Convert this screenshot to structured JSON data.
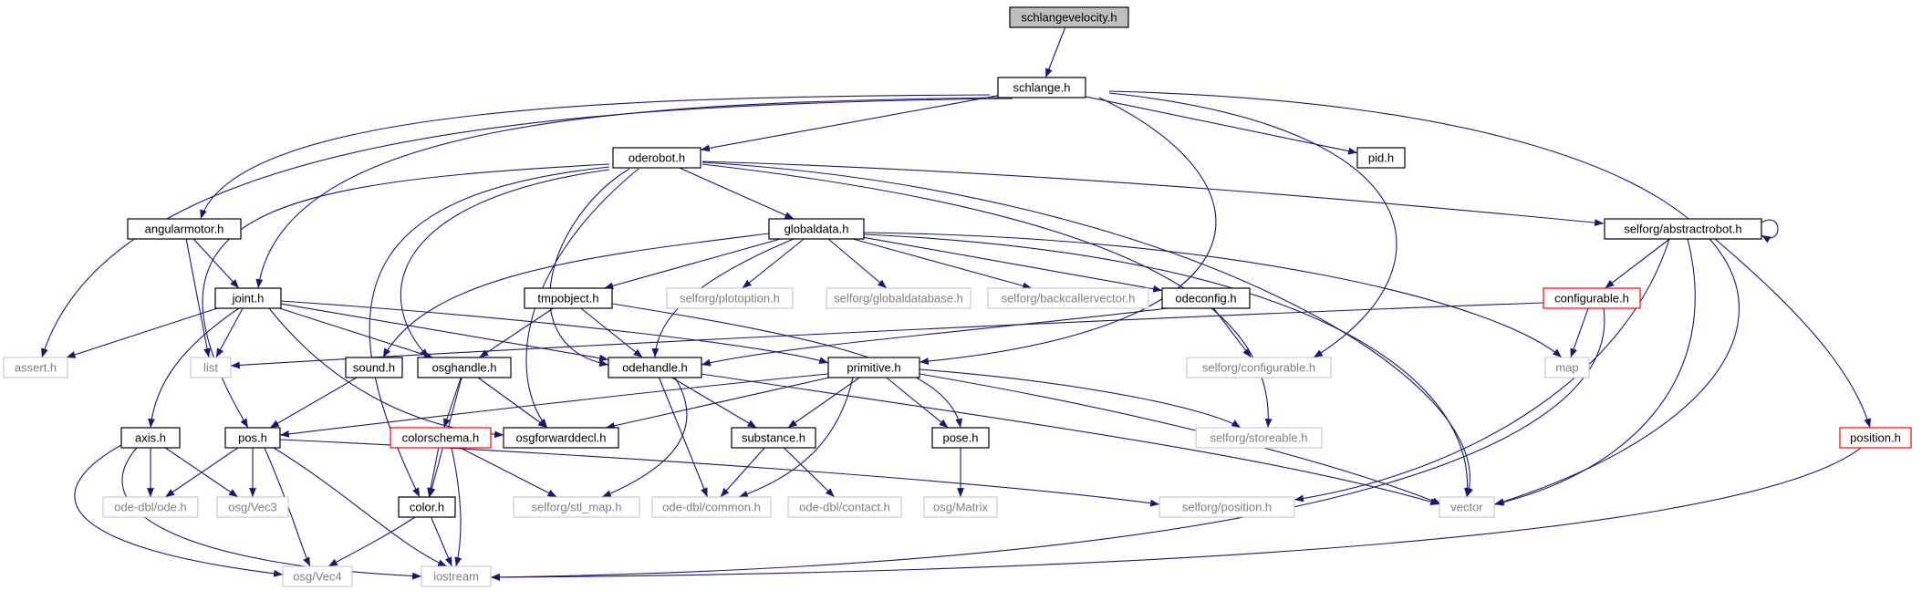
{
  "diagram": {
    "type": "include-dependency-graph",
    "colors": {
      "edge": "#191970",
      "box_border": "#000000",
      "missing_border": "#c0c0c0",
      "error_border": "#ff0000",
      "root_fill": "#bfbfbf",
      "text": "#000000",
      "missing_text": "#808080"
    },
    "nodes": [
      {
        "id": "schlangevelocity",
        "label": "schlangevelocity.h",
        "style": "root"
      },
      {
        "id": "schlange",
        "label": "schlange.h",
        "style": "normal"
      },
      {
        "id": "oderobot",
        "label": "oderobot.h",
        "style": "normal"
      },
      {
        "id": "pid",
        "label": "pid.h",
        "style": "normal"
      },
      {
        "id": "angularmotor",
        "label": "angularmotor.h",
        "style": "normal"
      },
      {
        "id": "globaldata",
        "label": "globaldata.h",
        "style": "normal"
      },
      {
        "id": "abstractrobot",
        "label": "selforg/abstractrobot.h",
        "style": "normal"
      },
      {
        "id": "joint",
        "label": "joint.h",
        "style": "normal"
      },
      {
        "id": "tmpobject",
        "label": "tmpobject.h",
        "style": "normal"
      },
      {
        "id": "plotoption",
        "label": "selforg/plotoption.h",
        "style": "missing"
      },
      {
        "id": "globaldatabase",
        "label": "selforg/globaldatabase.h",
        "style": "missing"
      },
      {
        "id": "backcallervector",
        "label": "selforg/backcallervector.h",
        "style": "missing"
      },
      {
        "id": "odeconfig",
        "label": "odeconfig.h",
        "style": "normal"
      },
      {
        "id": "configurable",
        "label": "configurable.h",
        "style": "error"
      },
      {
        "id": "assert",
        "label": "assert.h",
        "style": "missing"
      },
      {
        "id": "list",
        "label": "list",
        "style": "missing"
      },
      {
        "id": "sound",
        "label": "sound.h",
        "style": "normal"
      },
      {
        "id": "osghandle",
        "label": "osghandle.h",
        "style": "normal"
      },
      {
        "id": "odehandle",
        "label": "odehandle.h",
        "style": "normal"
      },
      {
        "id": "primitive",
        "label": "primitive.h",
        "style": "normal"
      },
      {
        "id": "sconfigurable",
        "label": "selforg/configurable.h",
        "style": "missing"
      },
      {
        "id": "map",
        "label": "map",
        "style": "missing"
      },
      {
        "id": "axis",
        "label": "axis.h",
        "style": "normal"
      },
      {
        "id": "pos",
        "label": "pos.h",
        "style": "normal"
      },
      {
        "id": "colorschema",
        "label": "colorschema.h",
        "style": "error"
      },
      {
        "id": "osgforwarddecl",
        "label": "osgforwarddecl.h",
        "style": "normal"
      },
      {
        "id": "substance",
        "label": "substance.h",
        "style": "normal"
      },
      {
        "id": "pose",
        "label": "pose.h",
        "style": "normal"
      },
      {
        "id": "storeable",
        "label": "selforg/storeable.h",
        "style": "missing"
      },
      {
        "id": "position",
        "label": "position.h",
        "style": "error"
      },
      {
        "id": "odedbl_ode",
        "label": "ode-dbl/ode.h",
        "style": "missing"
      },
      {
        "id": "osgvec3",
        "label": "osg/Vec3",
        "style": "missing"
      },
      {
        "id": "color",
        "label": "color.h",
        "style": "normal"
      },
      {
        "id": "stlmap",
        "label": "selforg/stl_map.h",
        "style": "missing"
      },
      {
        "id": "common",
        "label": "ode-dbl/common.h",
        "style": "missing"
      },
      {
        "id": "contact",
        "label": "ode-dbl/contact.h",
        "style": "missing"
      },
      {
        "id": "osgmatrix",
        "label": "osg/Matrix",
        "style": "missing"
      },
      {
        "id": "sposition",
        "label": "selforg/position.h",
        "style": "missing"
      },
      {
        "id": "vector",
        "label": "vector",
        "style": "missing"
      },
      {
        "id": "osgvec4",
        "label": "osg/Vec4",
        "style": "missing"
      },
      {
        "id": "iostream",
        "label": "iostream",
        "style": "missing"
      }
    ],
    "edges": [
      [
        "schlangevelocity",
        "schlange"
      ],
      [
        "schlange",
        "oderobot"
      ],
      [
        "schlange",
        "pid"
      ],
      [
        "schlange",
        "angularmotor"
      ],
      [
        "schlange",
        "joint"
      ],
      [
        "schlange",
        "assert"
      ],
      [
        "schlange",
        "primitive"
      ],
      [
        "schlange",
        "sconfigurable"
      ],
      [
        "schlange",
        "vector"
      ],
      [
        "oderobot",
        "globaldata"
      ],
      [
        "oderobot",
        "abstractrobot"
      ],
      [
        "oderobot",
        "osghandle"
      ],
      [
        "oderobot",
        "odehandle"
      ],
      [
        "oderobot",
        "osgforwarddecl"
      ],
      [
        "oderobot",
        "pos"
      ],
      [
        "oderobot",
        "color"
      ],
      [
        "oderobot",
        "vector"
      ],
      [
        "oderobot",
        "storeable"
      ],
      [
        "angularmotor",
        "joint"
      ],
      [
        "angularmotor",
        "list"
      ],
      [
        "globaldata",
        "tmpobject"
      ],
      [
        "globaldata",
        "plotoption"
      ],
      [
        "globaldata",
        "globaldatabase"
      ],
      [
        "globaldata",
        "backcallervector"
      ],
      [
        "globaldata",
        "odeconfig"
      ],
      [
        "globaldata",
        "sound"
      ],
      [
        "globaldata",
        "odehandle"
      ],
      [
        "globaldata",
        "map"
      ],
      [
        "globaldata",
        "vector"
      ],
      [
        "abstractrobot",
        "abstractrobot"
      ],
      [
        "abstractrobot",
        "configurable"
      ],
      [
        "abstractrobot",
        "position"
      ],
      [
        "abstractrobot",
        "vector"
      ],
      [
        "abstractrobot",
        "sposition"
      ],
      [
        "joint",
        "assert"
      ],
      [
        "joint",
        "list"
      ],
      [
        "joint",
        "axis"
      ],
      [
        "joint",
        "osghandle"
      ],
      [
        "joint",
        "odehandle"
      ],
      [
        "joint",
        "primitive"
      ],
      [
        "joint",
        "osgforwarddecl"
      ],
      [
        "tmpobject",
        "osghandle"
      ],
      [
        "tmpobject",
        "odehandle"
      ],
      [
        "tmpobject",
        "pose"
      ],
      [
        "odeconfig",
        "odehandle"
      ],
      [
        "odeconfig",
        "sconfigurable"
      ],
      [
        "configurable",
        "list"
      ],
      [
        "configurable",
        "map"
      ],
      [
        "configurable",
        "iostream"
      ],
      [
        "sound",
        "pos"
      ],
      [
        "osghandle",
        "colorschema"
      ],
      [
        "osghandle",
        "osgforwarddecl"
      ],
      [
        "osghandle",
        "color"
      ],
      [
        "odehandle",
        "substance"
      ],
      [
        "odehandle",
        "common"
      ],
      [
        "odehandle",
        "stlmap"
      ],
      [
        "odehandle",
        "vector"
      ],
      [
        "primitive",
        "pos"
      ],
      [
        "primitive",
        "pose"
      ],
      [
        "primitive",
        "substance"
      ],
      [
        "primitive",
        "osgforwarddecl"
      ],
      [
        "primitive",
        "storeable"
      ],
      [
        "primitive",
        "common"
      ],
      [
        "primitive",
        "vector"
      ],
      [
        "axis",
        "odedbl_ode"
      ],
      [
        "axis",
        "osgvec3"
      ],
      [
        "axis",
        "osgvec4"
      ],
      [
        "axis",
        "iostream"
      ],
      [
        "pos",
        "odedbl_ode"
      ],
      [
        "pos",
        "osgvec3"
      ],
      [
        "pos",
        "osgvec4"
      ],
      [
        "pos",
        "iostream"
      ],
      [
        "pos",
        "sposition"
      ],
      [
        "colorschema",
        "color"
      ],
      [
        "colorschema",
        "stlmap"
      ],
      [
        "colorschema",
        "iostream"
      ],
      [
        "substance",
        "common"
      ],
      [
        "substance",
        "contact"
      ],
      [
        "pose",
        "osgmatrix"
      ],
      [
        "color",
        "osgvec4"
      ],
      [
        "color",
        "iostream"
      ],
      [
        "position",
        "iostream"
      ]
    ]
  }
}
